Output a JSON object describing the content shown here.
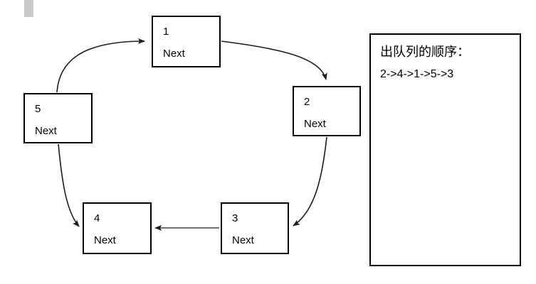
{
  "diagram": {
    "kind": "circular-linked-list",
    "nodes": [
      {
        "id": "1",
        "pointer_label": "Next"
      },
      {
        "id": "2",
        "pointer_label": "Next"
      },
      {
        "id": "3",
        "pointer_label": "Next"
      },
      {
        "id": "4",
        "pointer_label": "Next"
      },
      {
        "id": "5",
        "pointer_label": "Next"
      }
    ],
    "edges": [
      {
        "from": "5",
        "to": "1"
      },
      {
        "from": "1",
        "to": "2"
      },
      {
        "from": "2",
        "to": "3"
      },
      {
        "from": "3",
        "to": "4"
      },
      {
        "from": "5",
        "to": "4"
      }
    ]
  },
  "panel": {
    "title": "出队列的顺序：",
    "sequence": "2->4->1->5->3"
  },
  "colors": {
    "node_border": "#000000",
    "arrow": "#1c1c1c",
    "accent_bar": "#c9c9c9",
    "background": "#ffffff"
  }
}
